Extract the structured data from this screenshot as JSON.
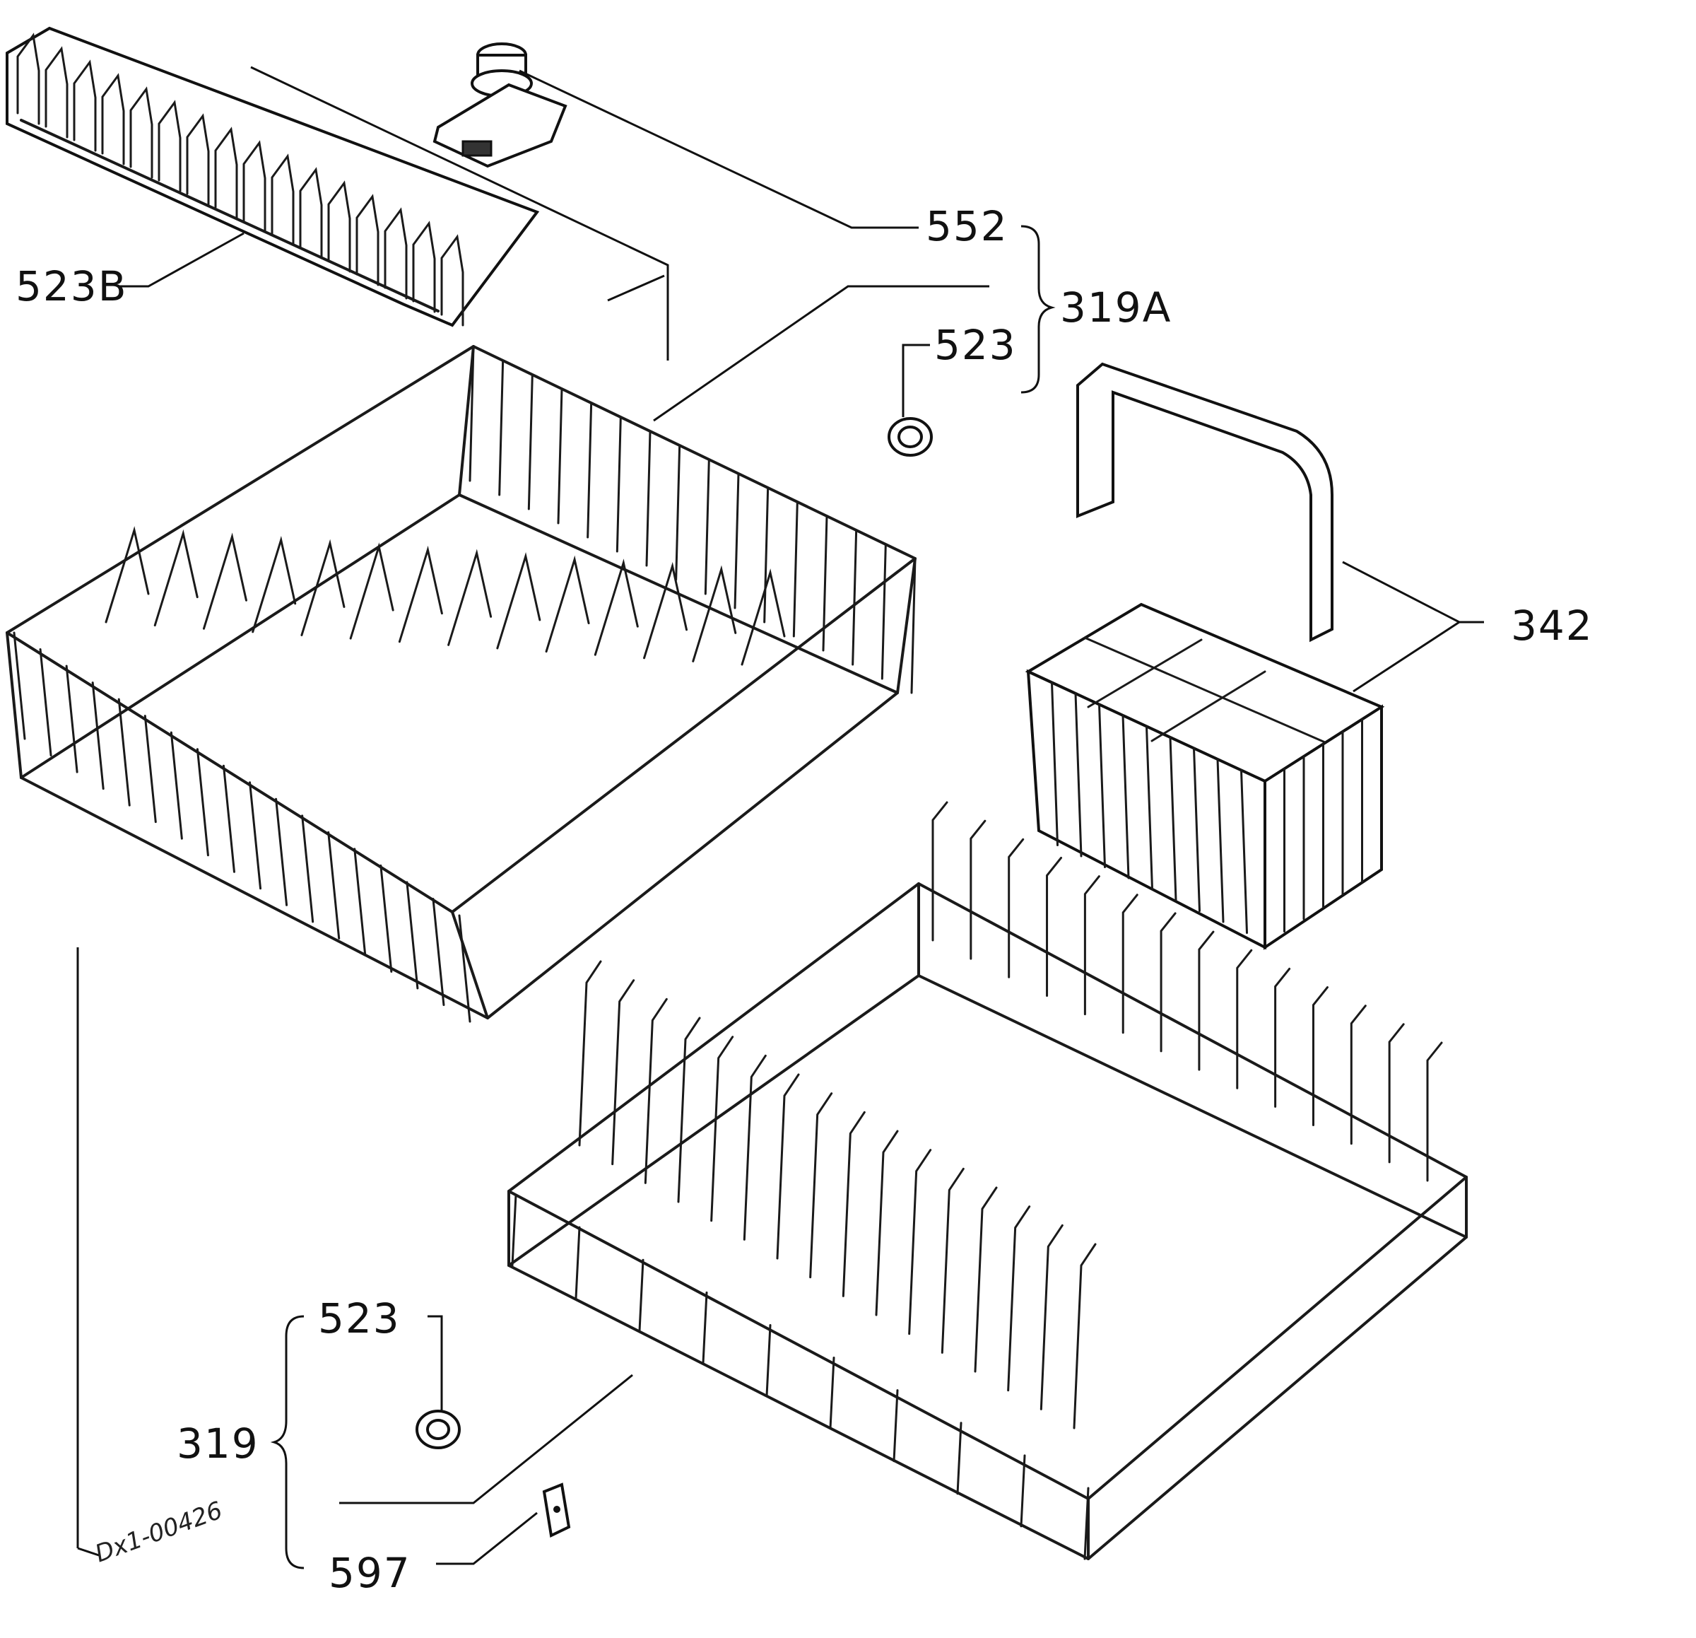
{
  "labels": {
    "rack_insert": "523B",
    "spray_arm_hub": "552",
    "upper_rack_wheel": "523",
    "upper_rack_group": "319A",
    "cutlery_basket": "342",
    "lower_rack_wheel": "523",
    "lower_rack_group": "319",
    "rack_clip": "597"
  },
  "drawing_number": "Dx1-00426",
  "colors": {
    "ink": "#111111",
    "paper": "#ffffff"
  }
}
